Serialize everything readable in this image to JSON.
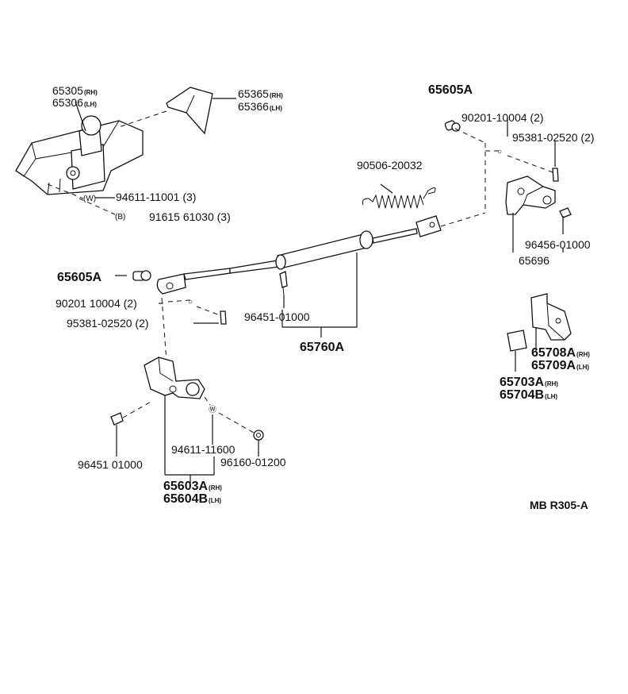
{
  "diagram_code": "MB R305-A",
  "labels": {
    "p65305": "65305",
    "p65305_sfx": "(RH)",
    "p65306": "65306",
    "p65306_sfx": "(LH)",
    "p65365": "65365",
    "p65365_sfx": "(RH)",
    "p65366": "65366",
    "p65366_sfx": "(LH)",
    "p94611_top": "94611-11001 (3)",
    "p91615": "91615 61030 (3)",
    "w_mark": "W",
    "b_mark": "B",
    "p90506": "90506-20032",
    "p65605A_top": "65605A",
    "p90201_top": "90201-10004 (2)",
    "p95381_top": "95381-02520 (2)",
    "p96456": "96456-01000",
    "p65696": "65696",
    "p65605A_left": "65605A",
    "p90201_left": "90201 10004 (2)",
    "p95381_left": "95381-02520 (2)",
    "p96451_mid": "96451-01000",
    "p65760A": "65760A",
    "p65708A": "65708A",
    "p65708A_sfx": "(RH)",
    "p65709A": "65709A",
    "p65709A_sfx": "(LH)",
    "p65703A": "65703A",
    "p65703A_sfx": "(RH)",
    "p65704B": "65704B",
    "p65704B_sfx": "(LH)",
    "p94611_bot": "94611-11600",
    "p96160": "96160-01200",
    "p96451_bot": "96451 01000",
    "p65603A": "65603A",
    "p65603A_sfx": "(RH)",
    "p65604B": "65604B",
    "p65604B_sfx": "(LH)"
  }
}
